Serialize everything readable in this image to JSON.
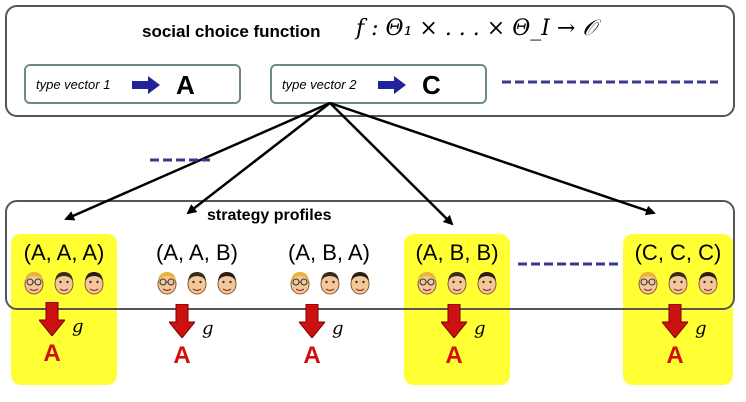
{
  "top": {
    "title": "social choice function",
    "formula": "f  : Θ₁ × . . . × Θ_I  → 𝒪",
    "type_vectors": [
      {
        "label": "type vector 1",
        "outcome": "A"
      },
      {
        "label": "type vector 2",
        "outcome": "C"
      }
    ]
  },
  "profiles": {
    "title": "strategy profiles",
    "mechanism_label": "g",
    "items": [
      {
        "label": "(A, A, A)",
        "outcome": "A",
        "highlighted": true
      },
      {
        "label": "(A, A, B)",
        "outcome": "A",
        "highlighted": false
      },
      {
        "label": "(A, B, A)",
        "outcome": "A",
        "highlighted": false
      },
      {
        "label": "(A, B, B)",
        "outcome": "A",
        "highlighted": true
      },
      {
        "label": "(C, C, C)",
        "outcome": "A",
        "highlighted": true
      }
    ]
  },
  "colors": {
    "highlight": "#ffff33",
    "arrow_blue": "#22229a",
    "arrow_red": "#cc1111",
    "dash": "#3a3a8c"
  },
  "icons": [
    "right-arrow-icon",
    "down-arrow-icon",
    "agent-face-icon"
  ]
}
